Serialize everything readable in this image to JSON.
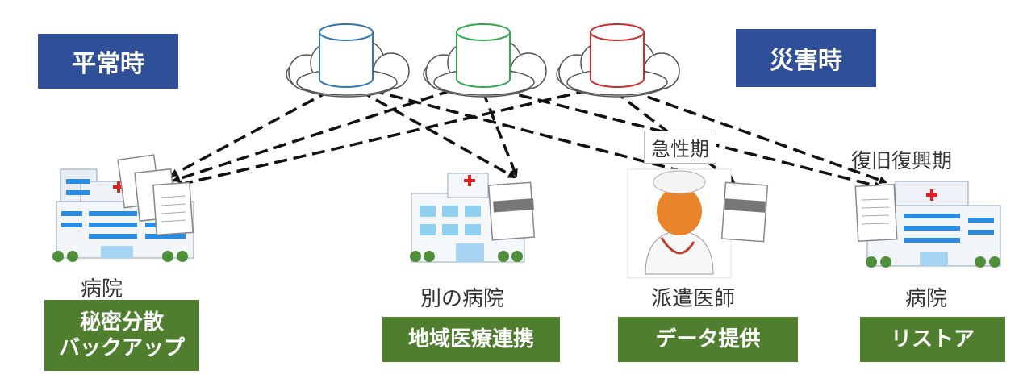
{
  "modes": {
    "normal": "平常時",
    "disaster": "災害時"
  },
  "phases": {
    "acute": "急性期",
    "recovery": "復旧復興期"
  },
  "places": {
    "hospital_left": "病院",
    "other_hospital": "別の病院",
    "doctor": "派遣医師",
    "hospital_right": "病院"
  },
  "functions": {
    "backup_line1": "秘密分散",
    "backup_line2": "バックアップ",
    "regional": "地域医療連携",
    "provide": "データ提供",
    "restore": "リストア"
  },
  "colors": {
    "blue_label": "#2f4f98",
    "green_label": "#4f7f2e",
    "db_blue": "#2e75b6",
    "db_green": "#2fa84f",
    "db_red": "#d02a2a"
  }
}
